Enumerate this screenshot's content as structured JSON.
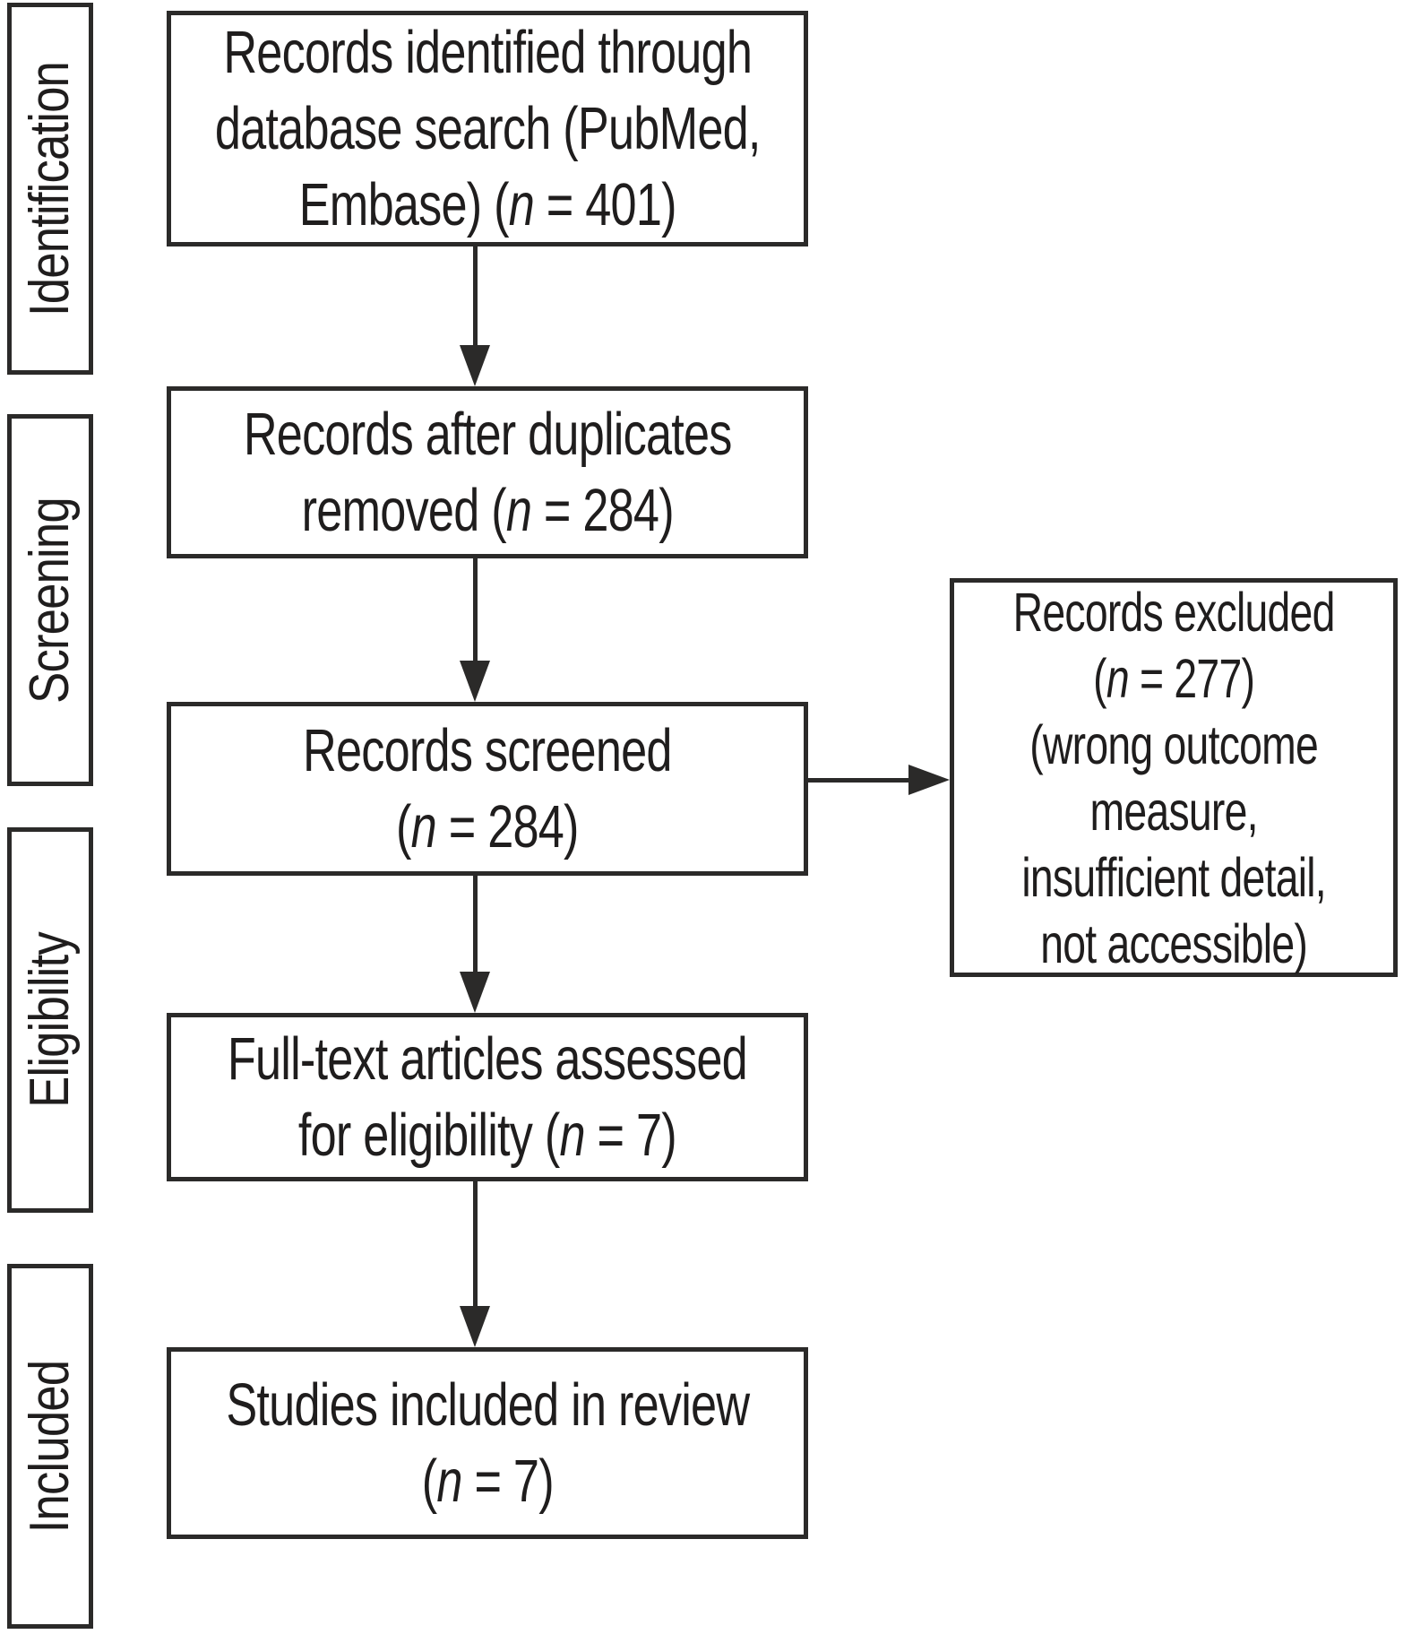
{
  "colors": {
    "line": "#2b2a29",
    "text": "#1f1d1d",
    "background": "#ffffff"
  },
  "stages": {
    "identification": {
      "label": "Identification"
    },
    "screening": {
      "label": "Screening"
    },
    "eligibility": {
      "label": "Eligibility"
    },
    "included": {
      "label": "Included"
    }
  },
  "flow": {
    "identified": {
      "text": "Records identified through\ndatabase search (PubMed,\nEmbase) (n = 401)",
      "n": 401
    },
    "deduplicated": {
      "text": "Records after duplicates\nremoved (n = 284)",
      "n": 284
    },
    "screened": {
      "text": "Records screened\n(n = 284)",
      "n": 284
    },
    "fulltext": {
      "text": "Full-text articles assessed\nfor eligibility (n = 7)",
      "n": 7
    },
    "included": {
      "text": "Studies included in review\n(n = 7)",
      "n": 7
    },
    "excluded": {
      "text": "Records excluded\n(n = 277)\n(wrong outcome\nmeasure,\ninsufficient detail,\nnot accessible)",
      "n": 277
    }
  }
}
